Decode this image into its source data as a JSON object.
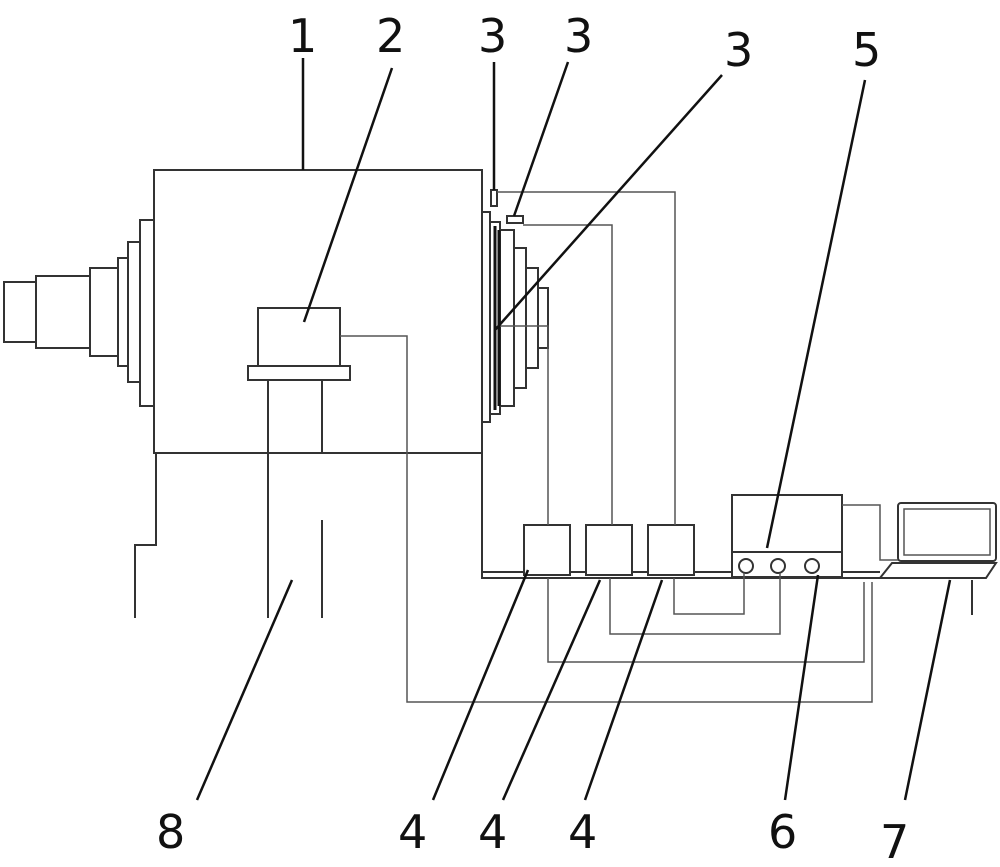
{
  "labels": {
    "l1": "1",
    "l2": "2",
    "l3a": "3",
    "l3b": "3",
    "l3c": "3",
    "l4a": "4",
    "l4b": "4",
    "l4c": "4",
    "l5": "5",
    "l6": "6",
    "l7": "7",
    "l8": "8"
  },
  "colors": {
    "line": "#333333",
    "ink": "#111111",
    "background": "#ffffff"
  }
}
